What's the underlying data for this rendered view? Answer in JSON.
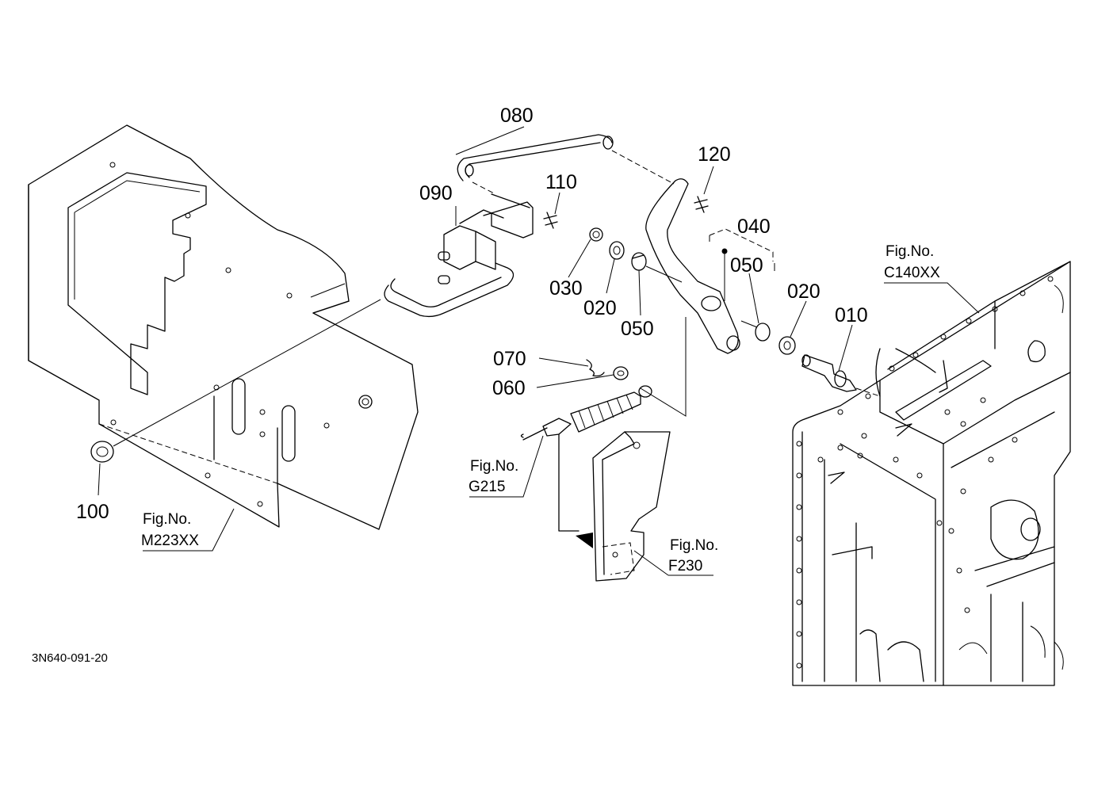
{
  "labels": {
    "p010": "010",
    "p020a": "020",
    "p020b": "020",
    "p030": "030",
    "p040": "040",
    "p050a": "050",
    "p050b": "050",
    "p060": "060",
    "p070": "070",
    "p080": "080",
    "p090": "090",
    "p100": "100",
    "p110": "110",
    "p120": "120"
  },
  "refs": {
    "m223": {
      "line1": "Fig.No.",
      "line2": "M223XX"
    },
    "c140": {
      "line1": "Fig.No.",
      "line2": "C140XX"
    },
    "g215": {
      "line1": "Fig.No.",
      "line2": "G215"
    },
    "f230": {
      "line1": "Fig.No.",
      "line2": "F230"
    }
  },
  "doc_code": "3N640-091-20"
}
